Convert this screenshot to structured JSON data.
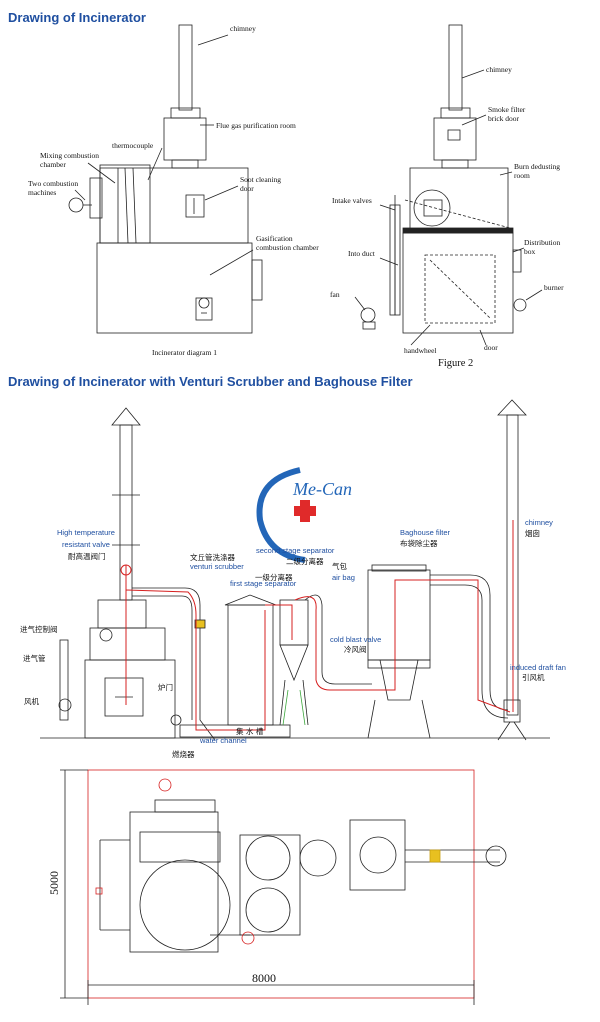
{
  "section1_title": "Drawing of Incinerator",
  "section2_title": "Drawing of Incinerator with Venturi Scrubber and Baghouse Filter",
  "fig1": {
    "chimney": "chimney",
    "flue_gas": "Flue gas purification room",
    "thermocouple": "thermocouple",
    "mixing1": "Mixing combustion",
    "mixing2": "chamber",
    "two1": "Two combustion",
    "two2": "machines",
    "soot1": "Soot cleaning",
    "soot2": "door",
    "gasif1": "Gasification",
    "gasif2": "combustion chamber",
    "caption": "Incinerator diagram 1"
  },
  "fig2": {
    "chimney": "chimney",
    "smoke1": "Smoke filter",
    "smoke2": "brick door",
    "burn1": "Burn dedusting",
    "burn2": "room",
    "intake": "Intake valves",
    "into_duct": "Into duct",
    "dist1": "Distribution",
    "dist2": "box",
    "fan": "fan",
    "burner": "burner",
    "handwheel": "handwheel",
    "door": "door",
    "caption": "Figure 2"
  },
  "fig3": {
    "high_temp1": "High temperature",
    "high_temp2": "resistant valve",
    "high_temp_cn": "耐高温阀门",
    "venturi_cn": "文丘管洗涤器",
    "venturi": "venturi scrubber",
    "second_stage": "second stage separator",
    "second_stage_cn": "二级分离器",
    "first_stage": "first stage separator",
    "first_stage_cn": "一级分离器",
    "air_bag_cn": "气包",
    "air_bag": "air bag",
    "baghouse": "Baghouse filter",
    "baghouse_cn": "布袋除尘器",
    "chimney": "chimney",
    "chimney_cn": "烟囱",
    "cold_blast": "cold blast valve",
    "cold_blast_cn": "冷风阀",
    "induced": "induced draft fan",
    "induced_cn": "引风机",
    "intake_ctrl_cn": "进气控制阀",
    "intake_pipe_cn": "进气管",
    "fan_cn": "风机",
    "furnace_door_cn": "炉门",
    "water_cn": "集 水 槽",
    "water": "water channel",
    "burner_cn": "燃烧器",
    "logo": "Me-Can"
  },
  "fig4": {
    "width_dim": "8000",
    "height_dim": "5000"
  },
  "colors": {
    "title": "#1f4fa0",
    "red_line": "#d62020",
    "line": "#222222"
  }
}
